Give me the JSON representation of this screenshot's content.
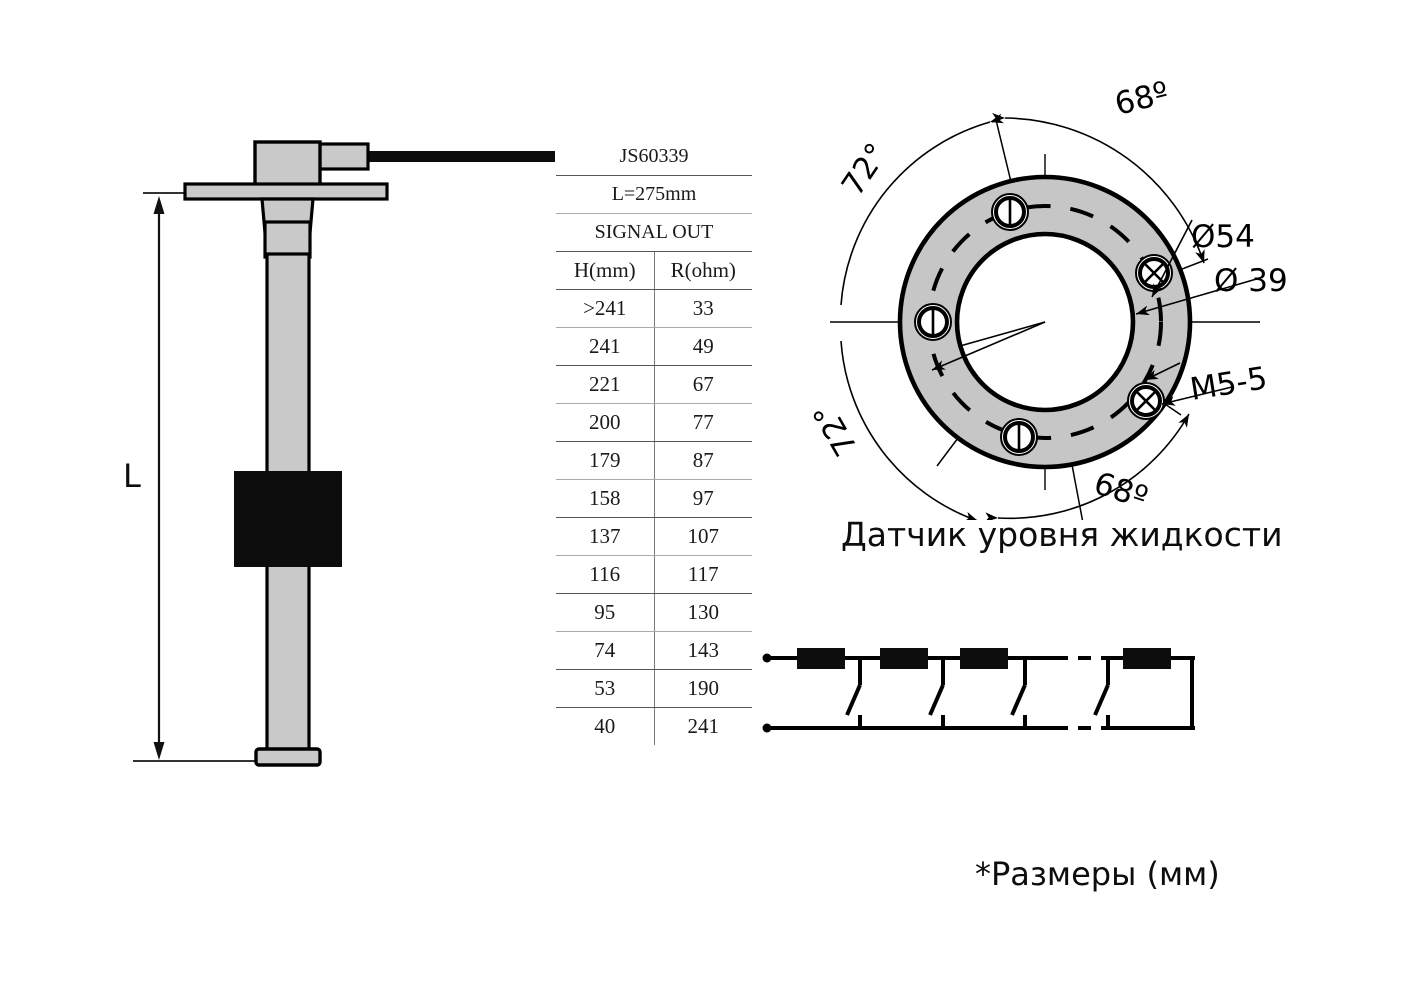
{
  "document": {
    "kind": "technical-drawing",
    "units_note": "*Размеры (мм)",
    "sensor_caption": "Датчик уровня жидкости"
  },
  "probe": {
    "length_label": "L"
  },
  "spec_table": {
    "model": "JS60339",
    "length": "L=275mm",
    "signal": "SIGNAL OUT",
    "headers": [
      "H(mm)",
      "R(ohm)"
    ],
    "rows": [
      {
        "h": ">241",
        "r": "33"
      },
      {
        "h": "241",
        "r": "49"
      },
      {
        "h": "221",
        "r": "67"
      },
      {
        "h": "200",
        "r": "77"
      },
      {
        "h": "179",
        "r": "87"
      },
      {
        "h": "158",
        "r": "97"
      },
      {
        "h": "137",
        "r": "107"
      },
      {
        "h": "116",
        "r": "117"
      },
      {
        "h": "95",
        "r": "130"
      },
      {
        "h": "74",
        "r": "143"
      },
      {
        "h": "53",
        "r": "190"
      },
      {
        "h": "40",
        "r": "241"
      }
    ]
  },
  "flange": {
    "angle_top": "68º",
    "angle_bottom": "68º",
    "angle_left_top": "72°",
    "angle_left_bottom": "72°",
    "outer_diameter": "Ø54",
    "inner_diameter": "Ø 39",
    "thread": "M5-5",
    "hole_count": 5
  },
  "circuit": {
    "resistor_count": 4,
    "switch_count": 4,
    "has_dashed_continuation": true
  },
  "colors": {
    "line": "#000000",
    "body_gray": "#c9c9c9",
    "flange_gray": "#c6c6c6",
    "float_black": "#0d0d0d",
    "rule_dark": "#555555",
    "rule_light": "#aaaaaa"
  },
  "chart_data": {
    "type": "table",
    "title": "JS60339 resistance vs. liquid level",
    "xlabel": "H(mm)",
    "ylabel": "R(ohm)",
    "categories": [
      ">241",
      "241",
      "221",
      "200",
      "179",
      "158",
      "137",
      "116",
      "95",
      "74",
      "53",
      "40"
    ],
    "values": [
      33,
      49,
      67,
      77,
      87,
      97,
      107,
      117,
      130,
      143,
      190,
      241
    ]
  }
}
